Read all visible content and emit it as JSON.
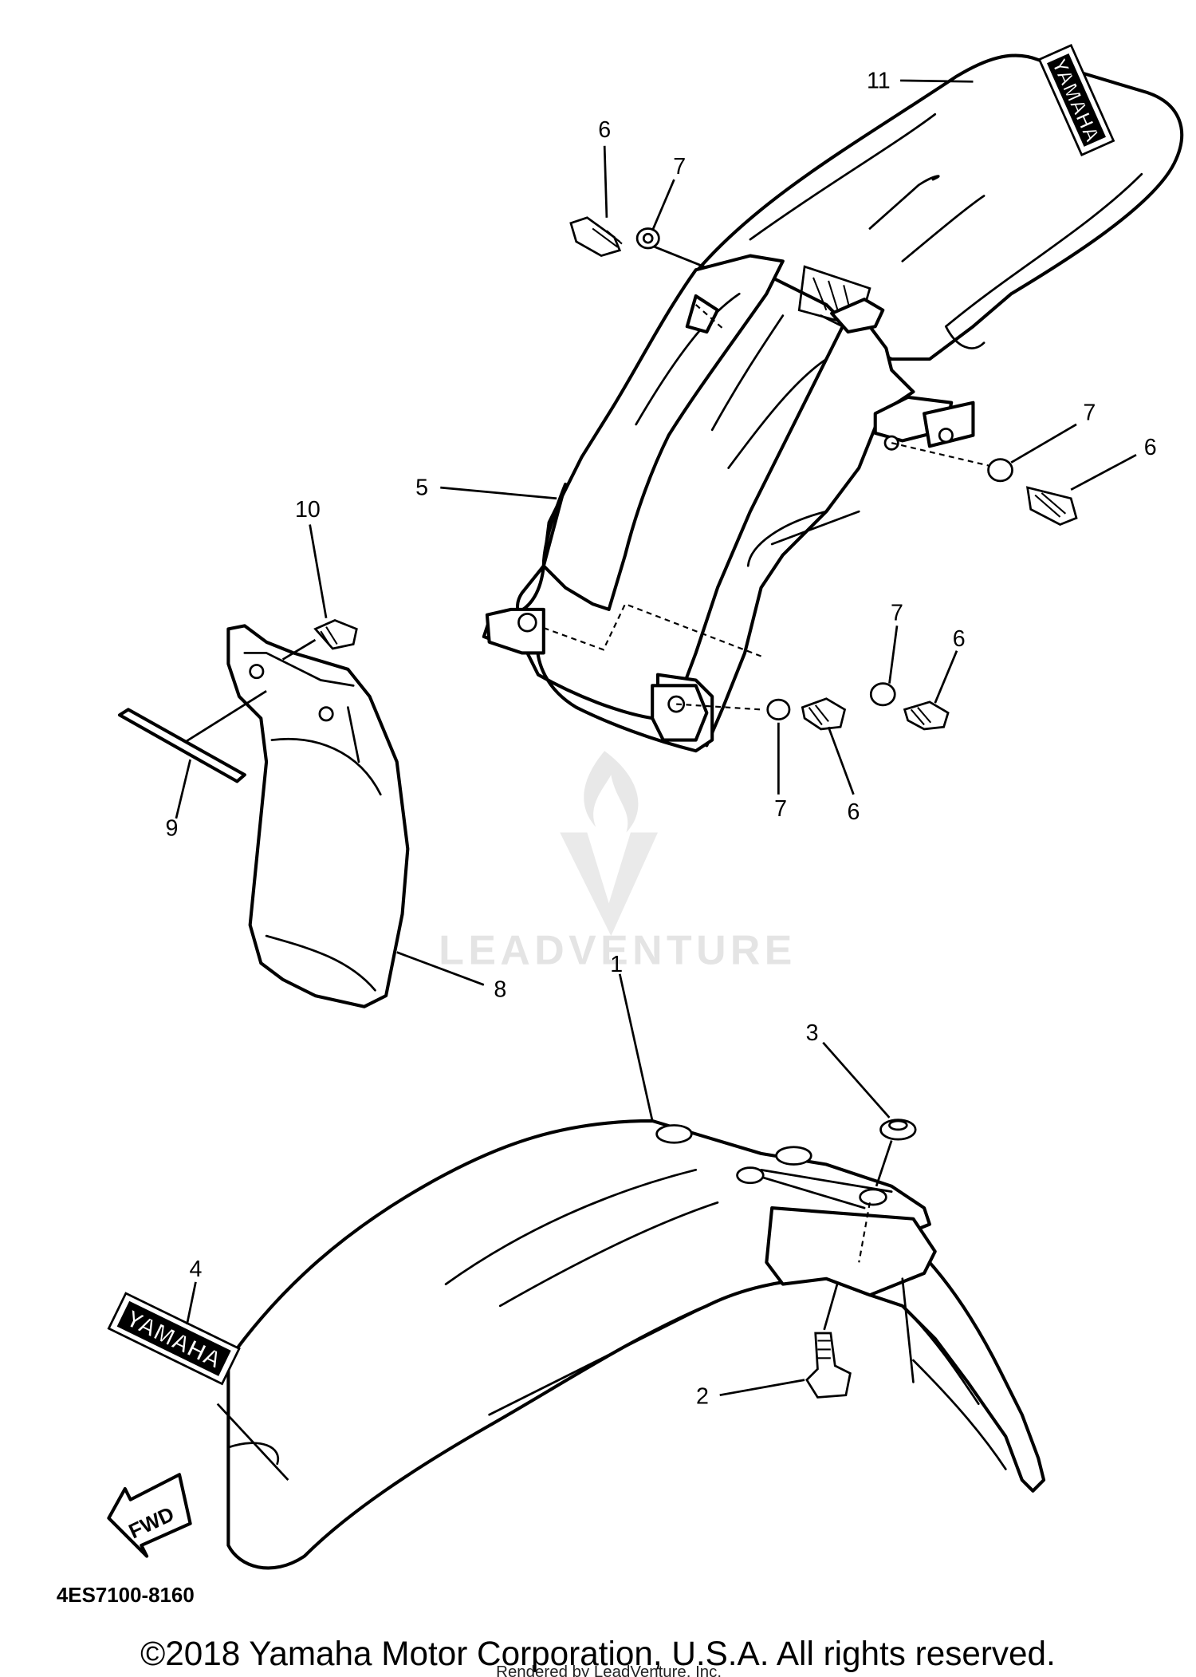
{
  "diagram": {
    "callouts": [
      {
        "number": "11"
      },
      {
        "number": "6"
      },
      {
        "number": "7"
      },
      {
        "number": "7"
      },
      {
        "number": "6"
      },
      {
        "number": "5"
      },
      {
        "number": "10"
      },
      {
        "number": "7"
      },
      {
        "number": "6"
      },
      {
        "number": "7"
      },
      {
        "number": "6"
      },
      {
        "number": "9"
      },
      {
        "number": "8"
      },
      {
        "number": "1"
      },
      {
        "number": "3"
      },
      {
        "number": "4"
      },
      {
        "number": "2"
      }
    ],
    "decal_text": "YAMAHA",
    "fwd_arrow_text": "FWD",
    "diagram_code": "4ES7100-8160",
    "watermark_text": "LEADVENTURE"
  },
  "footer": {
    "copyright": "©2018 Yamaha Motor Corporation, U.S.A. All rights reserved.",
    "rendered_by": "Rendered by LeadVenture, Inc."
  }
}
